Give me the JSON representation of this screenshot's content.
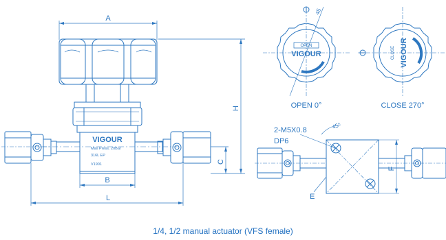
{
  "colors": {
    "line": "#2d77c0",
    "fill": "#ffffff",
    "text": "#2d77c0"
  },
  "dims": {
    "A": "A",
    "H": "H",
    "C": "C",
    "B": "B",
    "L": "L",
    "E": "E",
    "F": "F",
    "angle_45_top": "45",
    "angle_45": "45°",
    "screw": "2-M5X0.8",
    "depth": "DP6"
  },
  "body_label": {
    "brand": "VIGOUR",
    "line1": "Max Press. 20Bar",
    "line2": "316L   EP",
    "line3": "V1901"
  },
  "handle_open": {
    "brand": "VIGOUR",
    "state": "OPEN",
    "caption": "OPEN  0°"
  },
  "handle_close": {
    "brand": "VIGOUR",
    "state": "CLOSE",
    "caption": "CLOSE  270°"
  },
  "caption": "1/4, 1/2 manual actuator (VFS female)"
}
